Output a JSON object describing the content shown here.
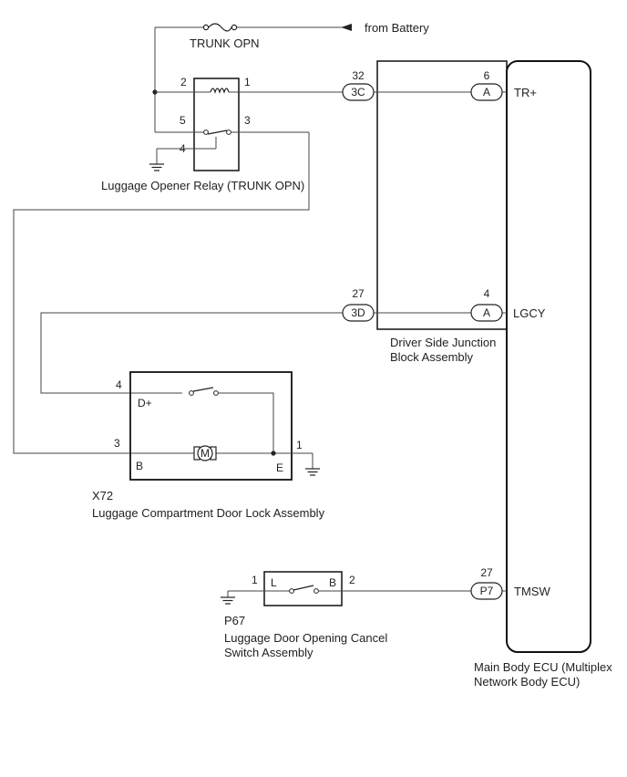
{
  "fuse": {
    "label": "TRUNK OPN"
  },
  "battery": {
    "label": "from Battery"
  },
  "relay": {
    "name": "Luggage Opener Relay (TRUNK OPN)",
    "pins": {
      "p1": "1",
      "p2": "2",
      "p3": "3",
      "p4": "4",
      "p5": "5"
    }
  },
  "junction_block": {
    "name_line1": "Driver Side Junction",
    "name_line2": "Block Assembly",
    "connectors": [
      {
        "pin": "32",
        "conn": "3C"
      },
      {
        "pin": "27",
        "conn": "3D"
      }
    ]
  },
  "ecu": {
    "name_line1": "Main Body ECU (Multiplex",
    "name_line2": "Network Body ECU)",
    "terminals": [
      {
        "pin": "6",
        "conn": "A",
        "signal": "TR+"
      },
      {
        "pin": "4",
        "conn": "A",
        "signal": "LGCY"
      },
      {
        "pin": "27",
        "conn": "P7",
        "signal": "TMSW"
      }
    ]
  },
  "door_lock": {
    "code": "X72",
    "name": "Luggage Compartment Door Lock Assembly",
    "pins": {
      "d_plus": "4",
      "b": "3",
      "e": "1"
    },
    "labels": {
      "d_plus": "D+",
      "b": "B",
      "e": "E"
    },
    "motor_symbol": "M"
  },
  "cancel_switch": {
    "code": "P67",
    "name_line1": "Luggage Door Opening Cancel",
    "name_line2": "Switch Assembly",
    "pins": {
      "l": "1",
      "b": "2"
    },
    "labels": {
      "l": "L",
      "b": "B"
    }
  }
}
